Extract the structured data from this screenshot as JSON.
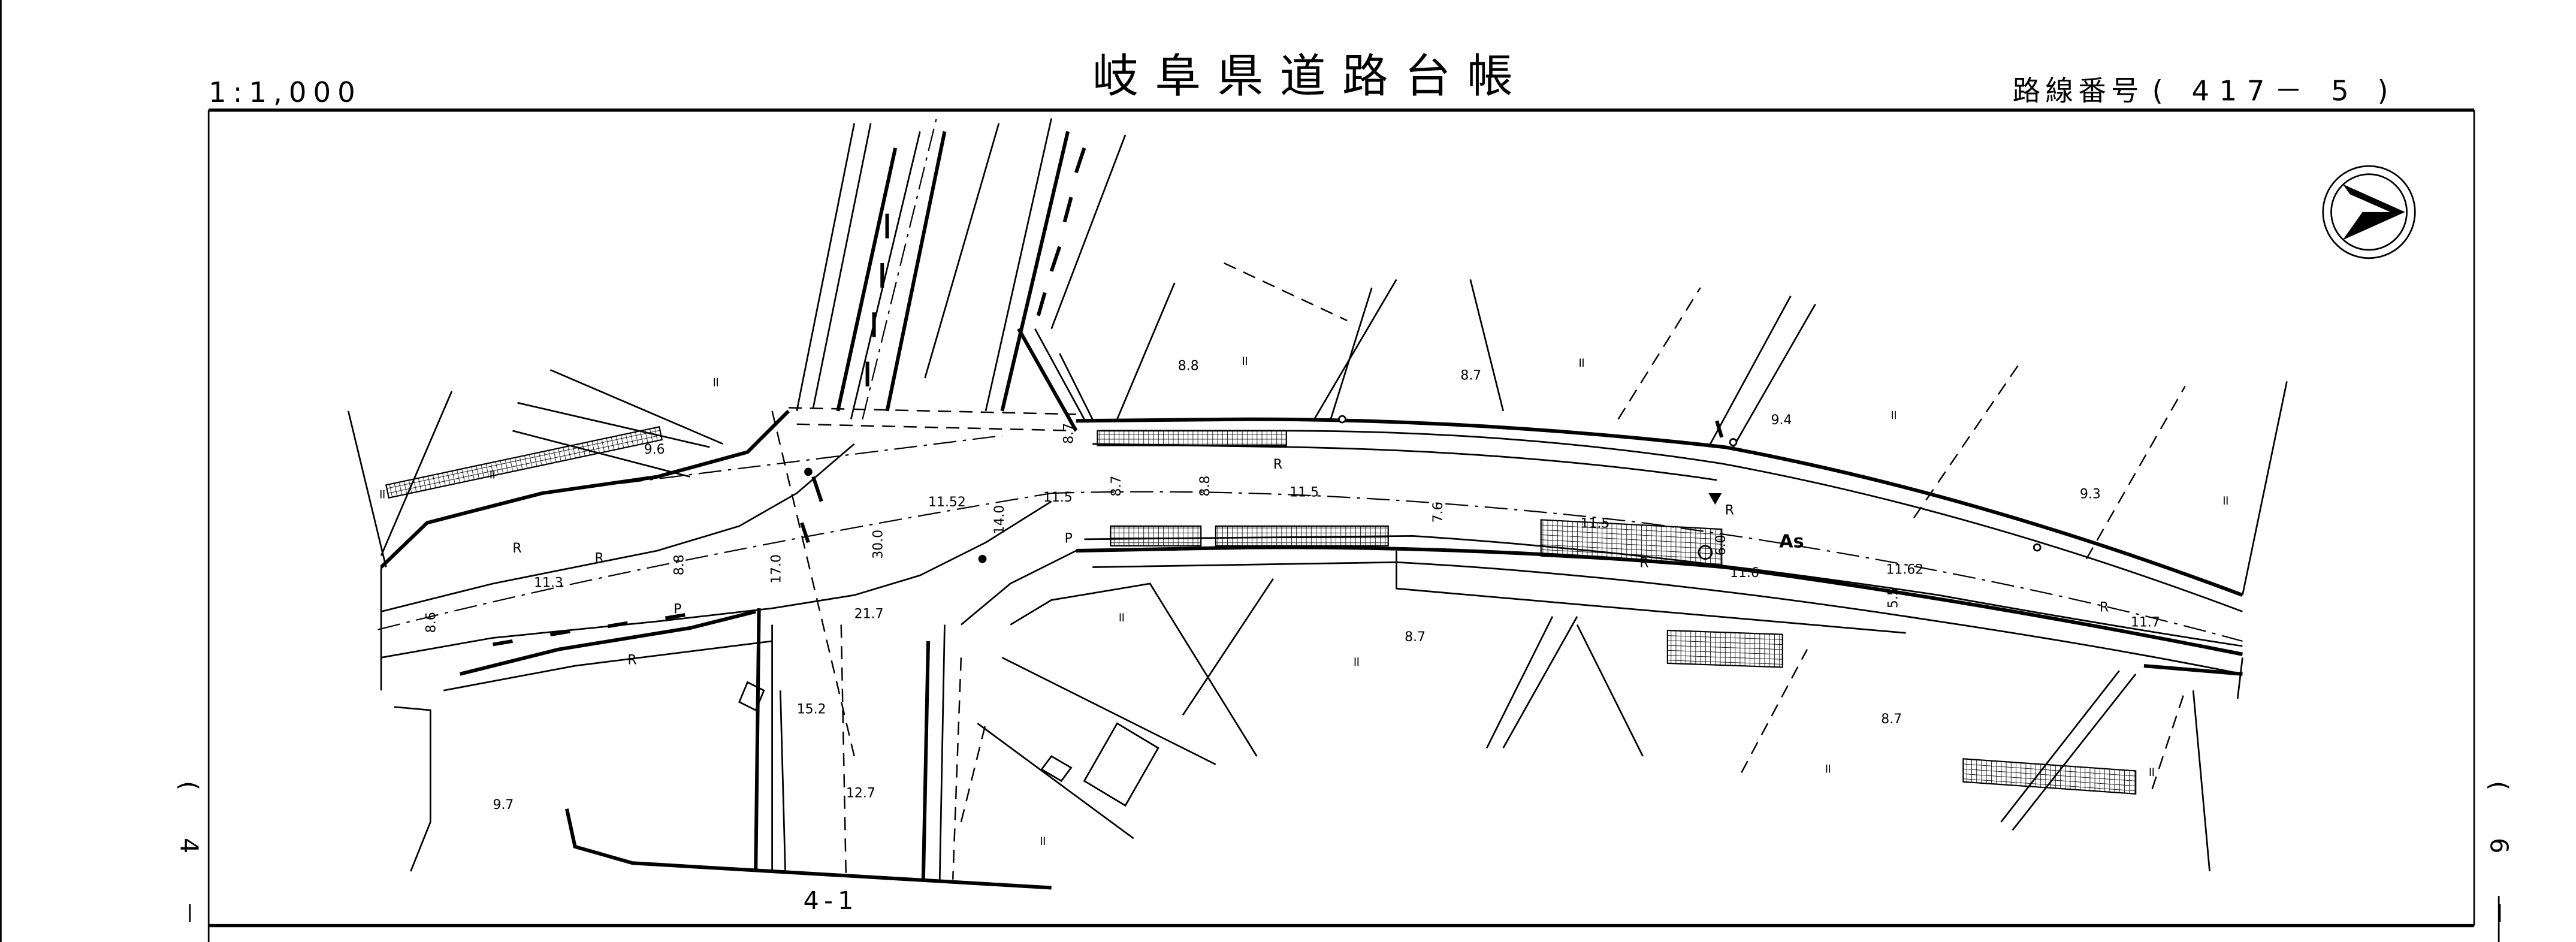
{
  "header": {
    "scale": "1:1,000",
    "title": "岐阜県道路台帳",
    "route_label": "路線番号",
    "route_number": "( 417－  5 )"
  },
  "side_labels": {
    "left": "( 4 －",
    "right": "( 6 －"
  },
  "sheet_ref": "4-1",
  "north_arrow": "north-arrow-icon",
  "map_labels": {
    "pavement": "As",
    "elevations": [
      "8.8",
      "8.7",
      "9.4",
      "9.6",
      "11.52",
      "11.5",
      "11.3",
      "11.5",
      "11.5",
      "11.6",
      "11.62",
      "11.7",
      "9.3",
      "8.7",
      "8.7",
      "9.7",
      "12.7"
    ],
    "widths": [
      "21.7",
      "15.2",
      "30.0",
      "17.0",
      "14.0",
      "8.7",
      "8.8",
      "8.6",
      "8.8",
      "7.6",
      "6.0",
      "5.5",
      "8.7"
    ],
    "curb_marker": "R",
    "pole_marker": "P",
    "landuse_marker": "॥"
  }
}
